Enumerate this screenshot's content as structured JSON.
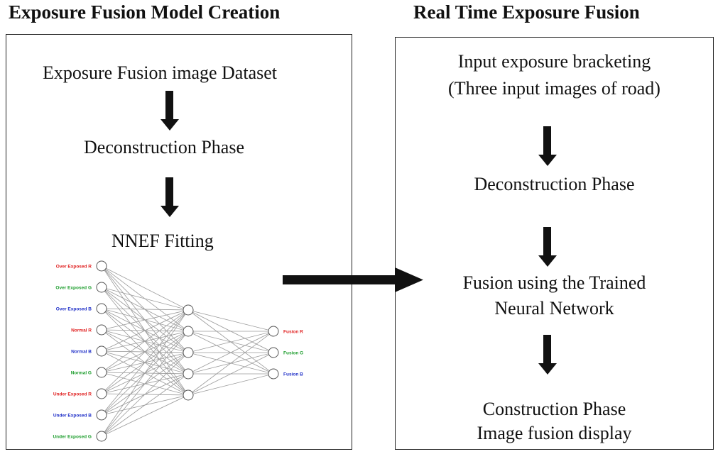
{
  "titles": {
    "left": "Exposure Fusion Model Creation",
    "right": "Real Time Exposure Fusion"
  },
  "left_panel": {
    "steps": [
      "Exposure Fusion image Dataset",
      "Deconstruction Phase",
      "NNEF Fitting"
    ]
  },
  "right_panel": {
    "input_line1": "Input exposure bracketing",
    "input_line2": "(Three input images of road)",
    "step2": "Deconstruction Phase",
    "fusion_line1": "Fusion using the Trained",
    "fusion_line2": "Neural Network",
    "construct_line1": "Construction Phase",
    "construct_line2": "Image fusion display"
  },
  "network": {
    "inputs": [
      {
        "label": "Over Exposed R",
        "color": "#e02020"
      },
      {
        "label": "Over Exposed G",
        "color": "#1e9e2e"
      },
      {
        "label": "Over Exposed B",
        "color": "#2030c8"
      },
      {
        "label": "Normal R",
        "color": "#e02020"
      },
      {
        "label": "Normal B",
        "color": "#2030c8"
      },
      {
        "label": "Normal G",
        "color": "#1e9e2e"
      },
      {
        "label": "Under Exposed R",
        "color": "#e02020"
      },
      {
        "label": "Under Exposed B",
        "color": "#2030c8"
      },
      {
        "label": "Under Exposed G",
        "color": "#1e9e2e"
      }
    ],
    "hidden_count": 5,
    "outputs": [
      {
        "label": "Fusion R",
        "color": "#e02020"
      },
      {
        "label": "Fusion G",
        "color": "#1e9e2e"
      },
      {
        "label": "Fusion B",
        "color": "#2030c8"
      }
    ]
  }
}
